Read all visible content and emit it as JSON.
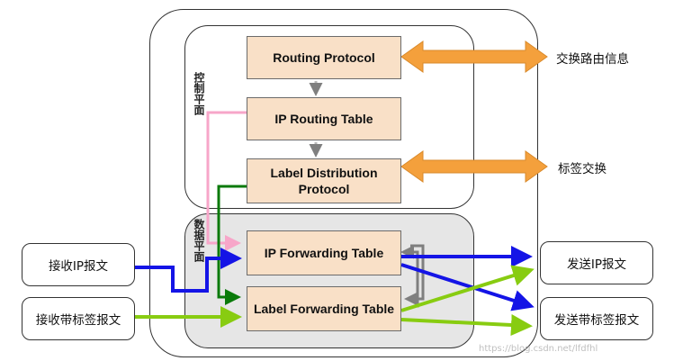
{
  "control_plane": {
    "label": "控制平面"
  },
  "data_plane": {
    "label": "数据平面"
  },
  "boxes": {
    "routing_protocol": "Routing Protocol",
    "ip_routing_table": "IP Routing Table",
    "label_distribution_line1": "Label Distribution",
    "label_distribution_line2": "Protocol",
    "ip_forwarding_table": "IP Forwarding Table",
    "label_forwarding_table": "Label Forwarding Table"
  },
  "inputs": {
    "receive_ip": "接收IP报文",
    "receive_labeled": "接收带标签报文"
  },
  "outputs": {
    "send_ip": "发送IP报文",
    "send_labeled": "发送带标签报文"
  },
  "external": {
    "exchange_routes": "交换路由信息",
    "exchange_labels": "标签交换"
  },
  "watermark": "https://blog.csdn.net/lfdfhl",
  "colors": {
    "box_fill": "#f9e0c7",
    "orange_arrow": "#f4a03c",
    "blue": "#1414e6",
    "green_dark": "#0a7a0a",
    "green_light": "#88cc11",
    "pink": "#f7a6c9",
    "gray_arrow": "#7f7f7f",
    "data_plane_fill": "#e6e6e6"
  }
}
